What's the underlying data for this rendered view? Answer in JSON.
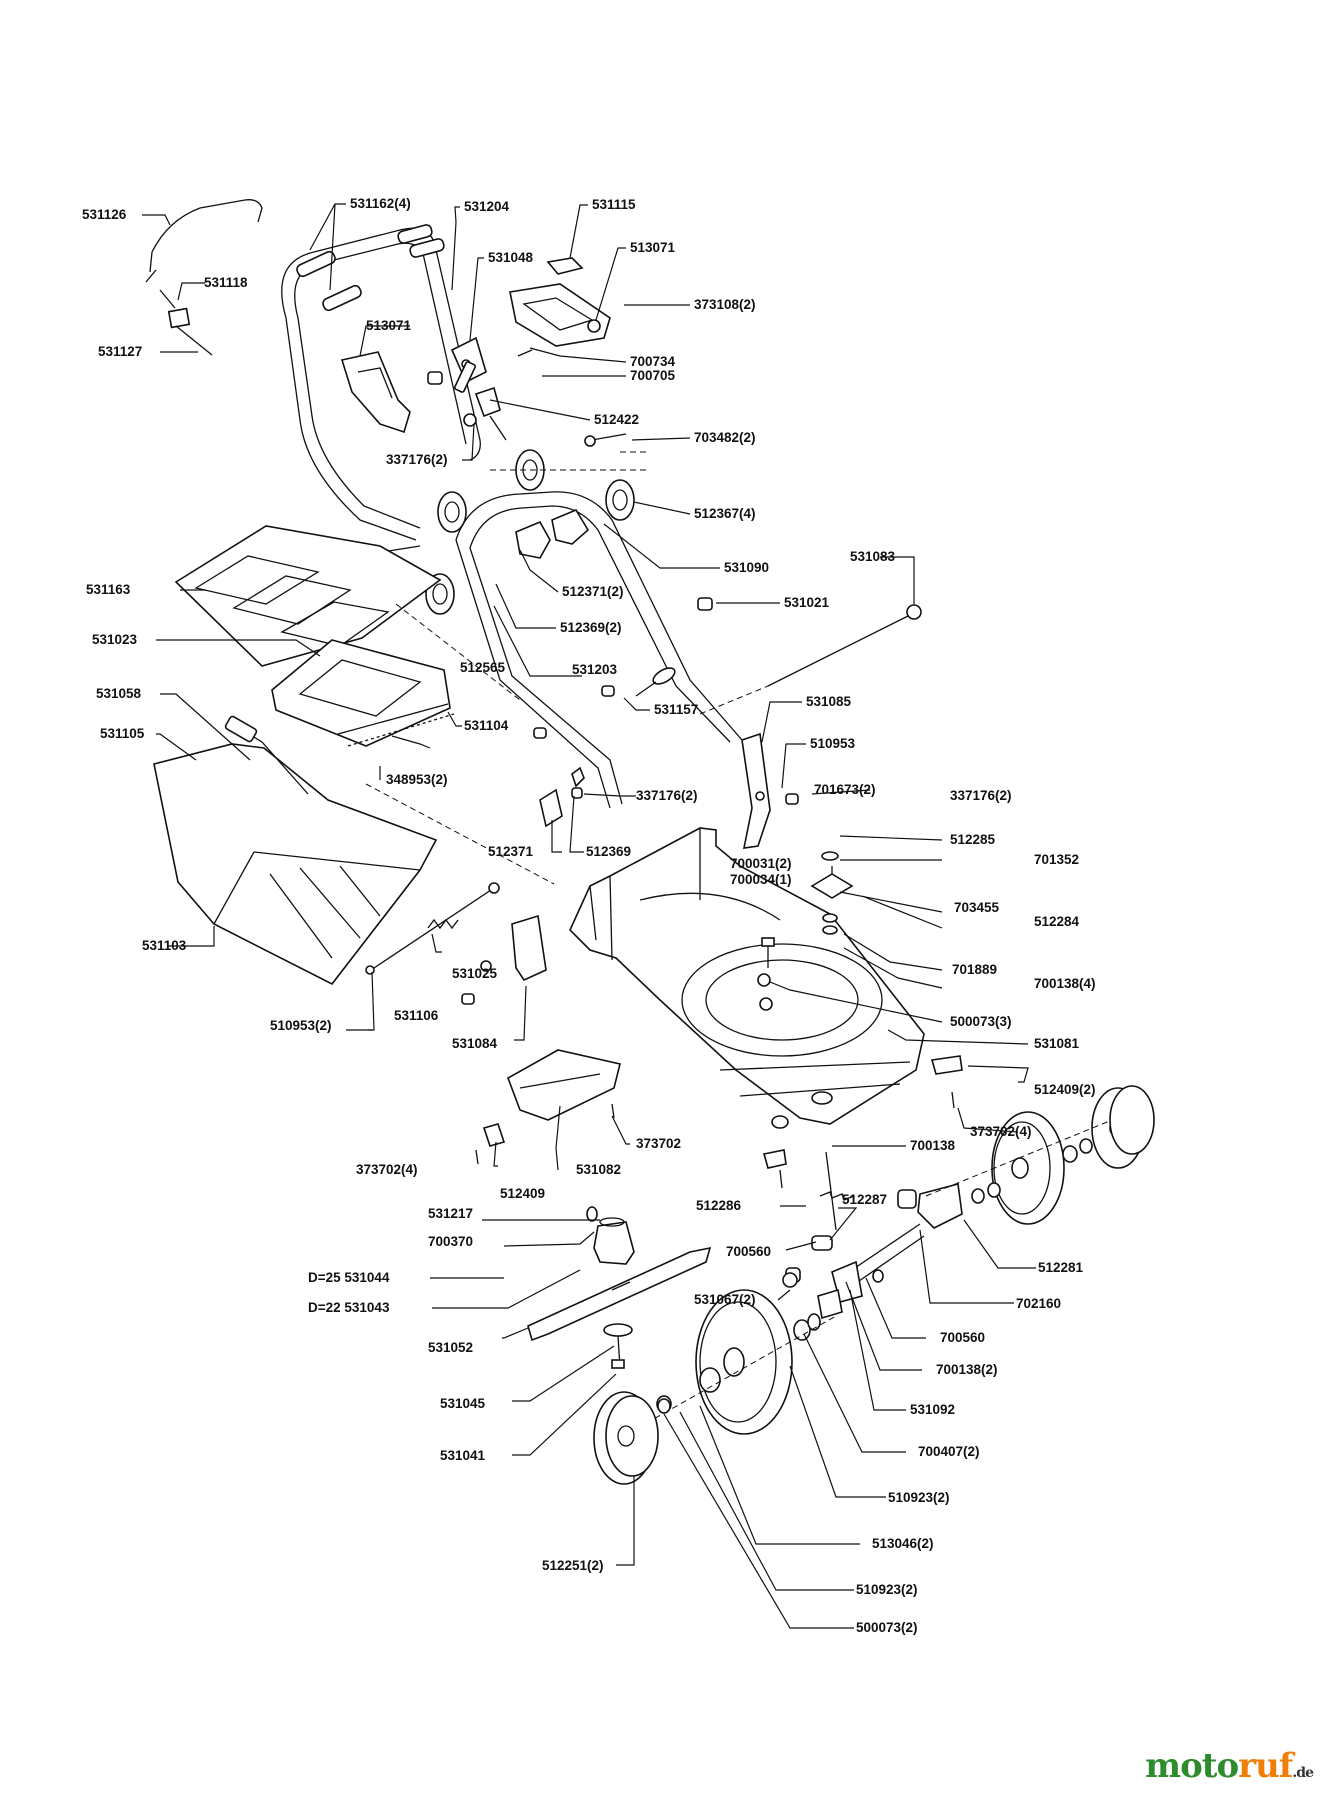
{
  "labels": {
    "l531126": "531126",
    "l531118": "531118",
    "l531127": "531127",
    "l531162": "531162(4)",
    "l531204": "531204",
    "l531048": "531048",
    "l531115": "531115",
    "l513071a": "513071",
    "l373108": "373108(2)",
    "l513071b": "513071",
    "l700734": "700734",
    "l700705": "700705",
    "l512422": "512422",
    "l703482": "703482(2)",
    "l337176a": "337176(2)",
    "l512367": "512367(4)",
    "l531090": "531090",
    "l531083": "531083",
    "l531163": "531163",
    "l512371a": "512371(2)",
    "l531021": "531021",
    "l512369a": "512369(2)",
    "l531023": "531023",
    "l512565": "512565",
    "l531203": "531203",
    "l531058": "531058",
    "l531105": "531105",
    "l531104": "531104",
    "l531157": "531157",
    "l531085": "531085",
    "l510953a": "510953",
    "l348953": "348953(2)",
    "l337176b": "337176(2)",
    "l701673": "701673(2)",
    "l337176c": "337176(2)",
    "l512285": "512285",
    "l512371b": "512371",
    "l512369b": "512369",
    "l701352": "701352",
    "l700031": "700031(2)",
    "l700034": "700034(1)",
    "l703455": "703455",
    "l512284": "512284",
    "l531103": "531103",
    "l531025": "531025",
    "l701889": "701889",
    "l700138a": "700138(4)",
    "l510953b": "510953(2)",
    "l531106": "531106",
    "l500073a": "500073(3)",
    "l531084": "531084",
    "l531081": "531081",
    "l512409a": "512409(2)",
    "l373702a": "373702(4)",
    "l373702b": "373702",
    "l700138b": "700138",
    "l373702c": "373702(4)",
    "l531082": "531082",
    "l512409b": "512409",
    "l512286": "512286",
    "l512287": "512287",
    "l531217": "531217",
    "l700370": "700370",
    "l512281": "512281",
    "l700560a": "700560",
    "l702160": "702160",
    "l531044": "D=25 531044",
    "l531043": "D=22 531043",
    "l531067": "531067(2)",
    "l700560b": "700560",
    "l700138c": "700138(2)",
    "l531052": "531052",
    "l531092": "531092",
    "l531045": "531045",
    "l531041": "531041",
    "l700407": "700407(2)",
    "l510923a": "510923(2)",
    "l513046": "513046(2)",
    "l512251": "512251(2)",
    "l510923b": "510923(2)",
    "l500073b": "500073(2)"
  },
  "watermark": {
    "brand_green": "moto",
    "brand_orange": "ruf",
    "suffix": ".de",
    "green": "#2e8b2e",
    "orange": "#f07f0a"
  }
}
